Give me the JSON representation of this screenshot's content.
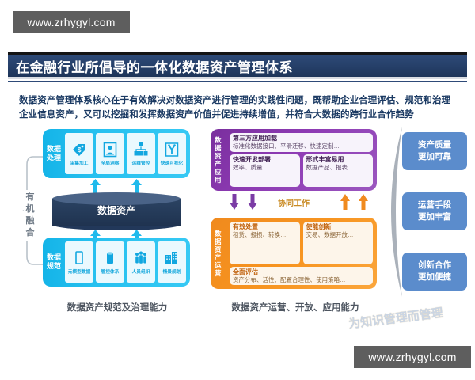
{
  "watermarks": {
    "top": "www.zrhygyl.com",
    "bottom": "www.zrhygyl.com",
    "diagonal": "为知识管理而管理"
  },
  "title": "在金融行业所倡导的一体化数据资产管理体系",
  "intro": "数据资产管理体系核心在于有效解决对数据资产进行管理的实践性问题，既帮助企业合理评估、规范和治理企业信息资产，又可以挖掘和发挥数据资产价值并促进持续增值，并符合大数据的跨行业合作趋势",
  "left": {
    "organic_label": "有机融合",
    "caption": "数据资产规范及治理能力",
    "core_label": "数据资产",
    "process": {
      "tag": "数据处理",
      "tiles": [
        {
          "label": "采集加工",
          "icon": "price-tag-dollar-icon"
        },
        {
          "label": "全局洞察",
          "icon": "user-portrait-icon"
        },
        {
          "label": "运维管控",
          "icon": "cube-network-icon"
        },
        {
          "label": "快速可视化",
          "icon": "wrench-tools-icon"
        }
      ]
    },
    "standard": {
      "tag": "数据规范",
      "tiles": [
        {
          "label": "元模型数据",
          "icon": "document-block-icon"
        },
        {
          "label": "管控体系",
          "icon": "database-cylinder-icon"
        },
        {
          "label": "人员组织",
          "icon": "people-group-icon"
        },
        {
          "label": "情景规划",
          "icon": "buildings-icon"
        }
      ]
    }
  },
  "middle": {
    "caption": "数据资产运营、开放、应用能力",
    "collab_label": "协同工作",
    "application": {
      "tag": "数据资产应用",
      "cards": [
        {
          "head": "第三方应用加载",
          "body": "标准化数据接口、平滑迁移、快速定制…"
        },
        {
          "head": "快速开发部署",
          "body": "效率、质量…"
        },
        {
          "head": "形式丰富易用",
          "body": "数据产品、报表…"
        }
      ]
    },
    "operation": {
      "tag": "数据资产运营",
      "cards": [
        {
          "head": "有效处置",
          "body": "租赁、报损、转换…"
        },
        {
          "head": "使能创新",
          "body": "交易、数据开放…"
        },
        {
          "head": "全面评估",
          "body": "资产分布、活性、配置合理性、使用策略…"
        }
      ]
    }
  },
  "benefits": [
    {
      "line1": "资产质量",
      "line2": "更加可靠"
    },
    {
      "line1": "运营手段",
      "line2": "更加丰富"
    },
    {
      "line1": "创新合作",
      "line2": "更加便捷"
    }
  ],
  "colors": {
    "title_bar": "#26406a",
    "blue_panel": "#22bdee",
    "purple_panel": "#8e3bb4",
    "orange_panel": "#f79420",
    "benefit_box": "#5b8ccc",
    "cylinder": "#2b4363"
  }
}
